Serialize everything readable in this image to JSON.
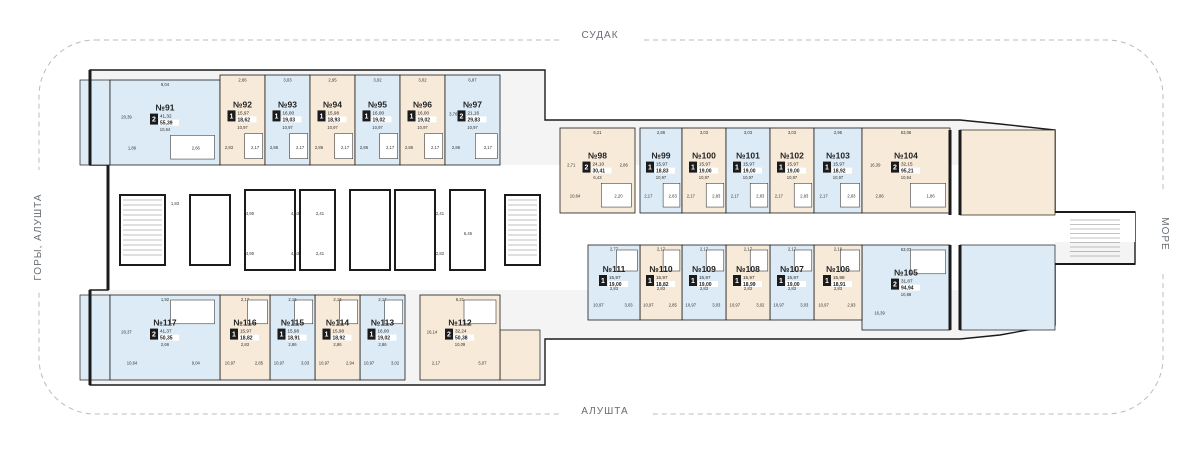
{
  "directions": {
    "top": "СУДАК",
    "bottom": "АЛУШТА",
    "left": "ГОРЫ, АЛУШТА",
    "right": "МОРЕ"
  },
  "colors": {
    "blue": "#dcebf6",
    "beige": "#f8ead8",
    "wall": "#1b1b1b",
    "border": "#b8bcc0"
  },
  "apartments": [
    {
      "id": "91",
      "label": "№91",
      "rooms": "2",
      "area": "41,32",
      "total": "55,39",
      "tone": "blue",
      "w": [
        {
          "t": "9,04"
        },
        {
          "t": "10,64"
        },
        {
          "t": "1,86"
        },
        {
          "t": "2,66"
        },
        {
          "t": "20,39"
        }
      ]
    },
    {
      "id": "92",
      "label": "№92",
      "rooms": "1",
      "area": "15,97",
      "total": "18,62",
      "tone": "beige",
      "w": [
        {
          "t": "2,86"
        },
        {
          "t": "10,97"
        },
        {
          "t": "2,83"
        },
        {
          "t": "2,17"
        }
      ]
    },
    {
      "id": "93",
      "label": "№93",
      "rooms": "1",
      "area": "16,00",
      "total": "19,03",
      "tone": "blue",
      "w": [
        {
          "t": "3,03"
        },
        {
          "t": "10,97"
        },
        {
          "t": "2,86"
        },
        {
          "t": "2,17"
        }
      ]
    },
    {
      "id": "94",
      "label": "№94",
      "rooms": "1",
      "area": "15,98",
      "total": "18,93",
      "tone": "beige",
      "w": [
        {
          "t": "2,95"
        },
        {
          "t": "10,97"
        },
        {
          "t": "2,86"
        },
        {
          "t": "2,17"
        }
      ]
    },
    {
      "id": "95",
      "label": "№95",
      "rooms": "1",
      "area": "16,00",
      "total": "19,02",
      "tone": "blue",
      "w": [
        {
          "t": "3,02"
        },
        {
          "t": "10,97"
        },
        {
          "t": "2,86"
        },
        {
          "t": "2,17"
        }
      ]
    },
    {
      "id": "96",
      "label": "№96",
      "rooms": "1",
      "area": "16,00",
      "total": "19,02",
      "tone": "beige",
      "w": [
        {
          "t": "3,02"
        },
        {
          "t": "10,97"
        },
        {
          "t": "2,86"
        },
        {
          "t": "2,17"
        }
      ]
    },
    {
      "id": "97",
      "label": "№97",
      "rooms": "2",
      "area": "21,16",
      "total": "29,83",
      "tone": "blue",
      "w": [
        {
          "t": "6,87"
        },
        {
          "t": "10,97"
        },
        {
          "t": "2,86"
        },
        {
          "t": "2,17"
        },
        {
          "t": "3,76"
        }
      ]
    },
    {
      "id": "98",
      "label": "№98",
      "rooms": "2",
      "area": "24,10",
      "total": "30,41",
      "tone": "beige",
      "w": [
        {
          "t": "6,21"
        },
        {
          "t": "6,43"
        },
        {
          "t": "10,64"
        },
        {
          "t": "2,20"
        },
        {
          "t": "2,71"
        },
        {
          "t": "2,86"
        }
      ]
    },
    {
      "id": "99",
      "label": "№99",
      "rooms": "1",
      "area": "15,97",
      "total": "18,83",
      "tone": "blue",
      "w": [
        {
          "t": "2,86"
        },
        {
          "t": "10,97"
        },
        {
          "t": "2,17"
        },
        {
          "t": "2,83"
        }
      ]
    },
    {
      "id": "100",
      "label": "№100",
      "rooms": "1",
      "area": "15,97",
      "total": "19,00",
      "tone": "beige",
      "w": [
        {
          "t": "3,03"
        },
        {
          "t": "10,97"
        },
        {
          "t": "2,17"
        },
        {
          "t": "2,83"
        }
      ]
    },
    {
      "id": "101",
      "label": "№101",
      "rooms": "1",
      "area": "15,97",
      "total": "19,00",
      "tone": "blue",
      "w": [
        {
          "t": "3,03"
        },
        {
          "t": "10,97"
        },
        {
          "t": "2,17"
        },
        {
          "t": "2,83"
        }
      ]
    },
    {
      "id": "102",
      "label": "№102",
      "rooms": "1",
      "area": "15,97",
      "total": "19,00",
      "tone": "beige",
      "w": [
        {
          "t": "3,03"
        },
        {
          "t": "10,97"
        },
        {
          "t": "2,17"
        },
        {
          "t": "2,83"
        }
      ]
    },
    {
      "id": "103",
      "label": "№103",
      "rooms": "1",
      "area": "15,97",
      "total": "18,92",
      "tone": "blue",
      "w": [
        {
          "t": "2,95"
        },
        {
          "t": "10,97"
        },
        {
          "t": "2,17"
        },
        {
          "t": "2,83"
        }
      ]
    },
    {
      "id": "104",
      "label": "№104",
      "rooms": "2",
      "area": "32,15",
      "total": "95,21",
      "tone": "beige",
      "w": [
        {
          "t": "63,06"
        },
        {
          "t": "10,64"
        },
        {
          "t": "2,86"
        },
        {
          "t": "1,86"
        },
        {
          "t": "16,39"
        }
      ]
    },
    {
      "id": "105",
      "label": "№105",
      "rooms": "2",
      "area": "31,87",
      "total": "94,94",
      "tone": "blue",
      "w": [
        {
          "t": "63,07"
        },
        {
          "t": "10,88"
        },
        {
          "t": "16,39"
        }
      ]
    },
    {
      "id": "106",
      "label": "№106",
      "rooms": "1",
      "area": "15,98",
      "total": "18,91",
      "tone": "beige",
      "w": [
        {
          "t": "2,16"
        },
        {
          "t": "2,83"
        },
        {
          "t": "10,97"
        },
        {
          "t": "2,93"
        }
      ]
    },
    {
      "id": "107",
      "label": "№107",
      "rooms": "1",
      "area": "15,97",
      "total": "19,00",
      "tone": "blue",
      "w": [
        {
          "t": "2,17"
        },
        {
          "t": "2,83"
        },
        {
          "t": "10,97"
        },
        {
          "t": "3,03"
        }
      ]
    },
    {
      "id": "108",
      "label": "№108",
      "rooms": "1",
      "area": "15,97",
      "total": "18,99",
      "tone": "beige",
      "w": [
        {
          "t": "2,17"
        },
        {
          "t": "2,83"
        },
        {
          "t": "10,97"
        },
        {
          "t": "3,02"
        }
      ]
    },
    {
      "id": "109",
      "label": "№109",
      "rooms": "1",
      "area": "15,97",
      "total": "19,00",
      "tone": "blue",
      "w": [
        {
          "t": "2,17"
        },
        {
          "t": "2,83"
        },
        {
          "t": "10,97"
        },
        {
          "t": "3,03"
        }
      ]
    },
    {
      "id": "110",
      "label": "№110",
      "rooms": "1",
      "area": "15,97",
      "total": "18,82",
      "tone": "beige",
      "w": [
        {
          "t": "2,17"
        },
        {
          "t": "2,83"
        },
        {
          "t": "10,97"
        },
        {
          "t": "2,85"
        }
      ]
    },
    {
      "id": "111",
      "label": "№111",
      "rooms": "1",
      "area": "15,97",
      "total": "19,00",
      "tone": "blue",
      "w": [
        {
          "t": "2,77"
        },
        {
          "t": "2,83"
        },
        {
          "t": "10,97"
        },
        {
          "t": "3,03"
        }
      ]
    },
    {
      "id": "112",
      "label": "№112",
      "rooms": "2",
      "area": "32,24",
      "total": "50,38",
      "tone": "beige",
      "w": [
        {
          "t": "6,21"
        },
        {
          "t": "10,09"
        },
        {
          "t": "2,17"
        },
        {
          "t": "5,07"
        },
        {
          "t": "16,14"
        }
      ]
    },
    {
      "id": "113",
      "label": "№113",
      "rooms": "1",
      "area": "16,00",
      "total": "19,02",
      "tone": "blue",
      "w": [
        {
          "t": "2,17"
        },
        {
          "t": "2,86"
        },
        {
          "t": "10,97"
        },
        {
          "t": "3,02"
        }
      ]
    },
    {
      "id": "114",
      "label": "№114",
      "rooms": "1",
      "area": "15,98",
      "total": "18,92",
      "tone": "beige",
      "w": [
        {
          "t": "2,16"
        },
        {
          "t": "2,86"
        },
        {
          "t": "10,97"
        },
        {
          "t": "2,94"
        }
      ]
    },
    {
      "id": "115",
      "label": "№115",
      "rooms": "1",
      "area": "15,98",
      "total": "18,91",
      "tone": "blue",
      "w": [
        {
          "t": "2,16"
        },
        {
          "t": "2,86"
        },
        {
          "t": "10,97"
        },
        {
          "t": "3,03"
        }
      ]
    },
    {
      "id": "116",
      "label": "№116",
      "rooms": "1",
      "area": "15,97",
      "total": "18,82",
      "tone": "beige",
      "w": [
        {
          "t": "2,17"
        },
        {
          "t": "2,83"
        },
        {
          "t": "10,97"
        },
        {
          "t": "2,85"
        }
      ]
    },
    {
      "id": "117",
      "label": "№117",
      "rooms": "2",
      "area": "41,37",
      "total": "50,35",
      "tone": "blue",
      "w": [
        {
          "t": "1,92"
        },
        {
          "t": "2,66"
        },
        {
          "t": "10,64"
        },
        {
          "t": "9,04"
        },
        {
          "t": "20,37"
        }
      ]
    }
  ],
  "core": [
    {
      "t": "1,83"
    },
    {
      "t": "4,90"
    },
    {
      "t": "4,63"
    },
    {
      "t": "2,41"
    },
    {
      "t": "4,90"
    },
    {
      "t": "4,63"
    },
    {
      "t": "2,41"
    },
    {
      "t": "2,41"
    },
    {
      "t": "6,45"
    },
    {
      "t": "2,82"
    }
  ]
}
